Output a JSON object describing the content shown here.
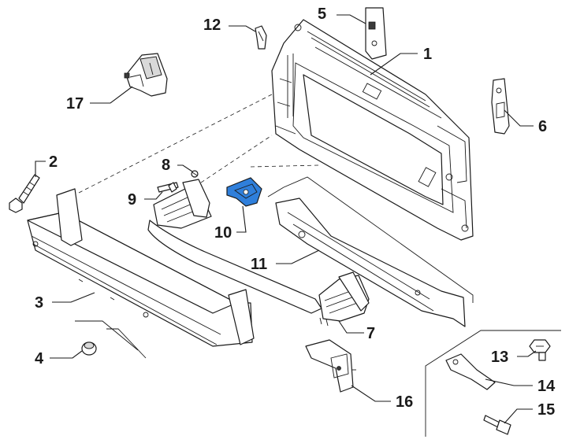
{
  "callouts": {
    "c1": "1",
    "c2": "2",
    "c3": "3",
    "c4": "4",
    "c5": "5",
    "c6": "6",
    "c7": "7",
    "c8": "8",
    "c9": "9",
    "c10": "10",
    "c11": "11",
    "c12": "12",
    "c13": "13",
    "c14": "14",
    "c15": "15",
    "c16": "16",
    "c17": "17"
  },
  "highlight_color": "#2f7fdb"
}
